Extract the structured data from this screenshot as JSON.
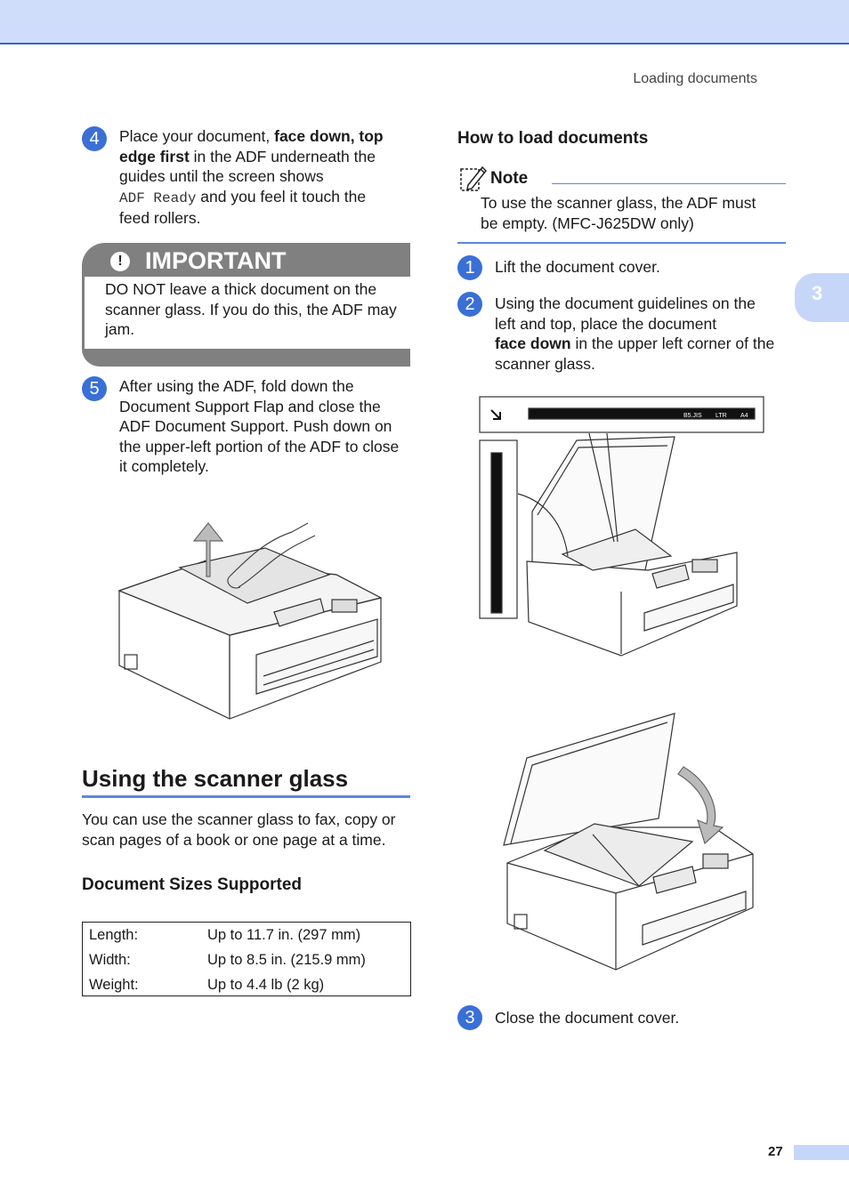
{
  "header": {
    "running_title": "Loading documents"
  },
  "chapter_tab": "3",
  "page_number": "27",
  "left": {
    "step4": {
      "num": "4",
      "t1": "Place your document, ",
      "b1": "face down, top",
      "b2": "edge first",
      "t2": " in the ADF underneath the",
      "t3": "guides until the screen shows",
      "mono": "ADF Ready",
      "t4": " and you feel it touch the",
      "t5": "feed rollers."
    },
    "important": {
      "label": "IMPORTANT",
      "line1": "DO NOT leave a thick document on the",
      "line2": "scanner glass. If you do this, the ADF may",
      "line3": "jam."
    },
    "step5": {
      "num": "5",
      "line1": "After using the ADF, fold down the",
      "line2": "Document Support Flap and close the",
      "line3": "ADF Document Support. Push down on",
      "line4": "the upper-left portion of the ADF to close",
      "line5": "it completely."
    },
    "section_title": "Using the scanner glass",
    "intro_line1": "You can use the scanner glass to fax, copy or",
    "intro_line2": "scan pages of a book or one page at a time.",
    "sizes_title": "Document Sizes Supported",
    "sizes": [
      {
        "k": "Length:",
        "v": "Up to 11.7 in. (297 mm)"
      },
      {
        "k": "Width:",
        "v": "Up to 8.5 in. (215.9 mm)"
      },
      {
        "k": "Weight:",
        "v": "Up to 4.4 lb (2 kg)"
      }
    ]
  },
  "right": {
    "howto_title": "How to load documents",
    "note": {
      "label": "Note",
      "line1": "To use the scanner glass, the ADF must",
      "line2": "be empty. (MFC-J625DW only)"
    },
    "step1": {
      "num": "1",
      "text": "Lift the document cover."
    },
    "step2": {
      "num": "2",
      "line1": "Using the document guidelines on the",
      "line2": "left and top, place the document",
      "b1": "face down",
      "line3": " in the upper left corner of the",
      "line4": "scanner glass."
    },
    "step3": {
      "num": "3",
      "text": "Close the document cover."
    },
    "guide_labels": {
      "b5": "B5.JIS",
      "ltr": "LTR",
      "a4": "A4"
    }
  }
}
